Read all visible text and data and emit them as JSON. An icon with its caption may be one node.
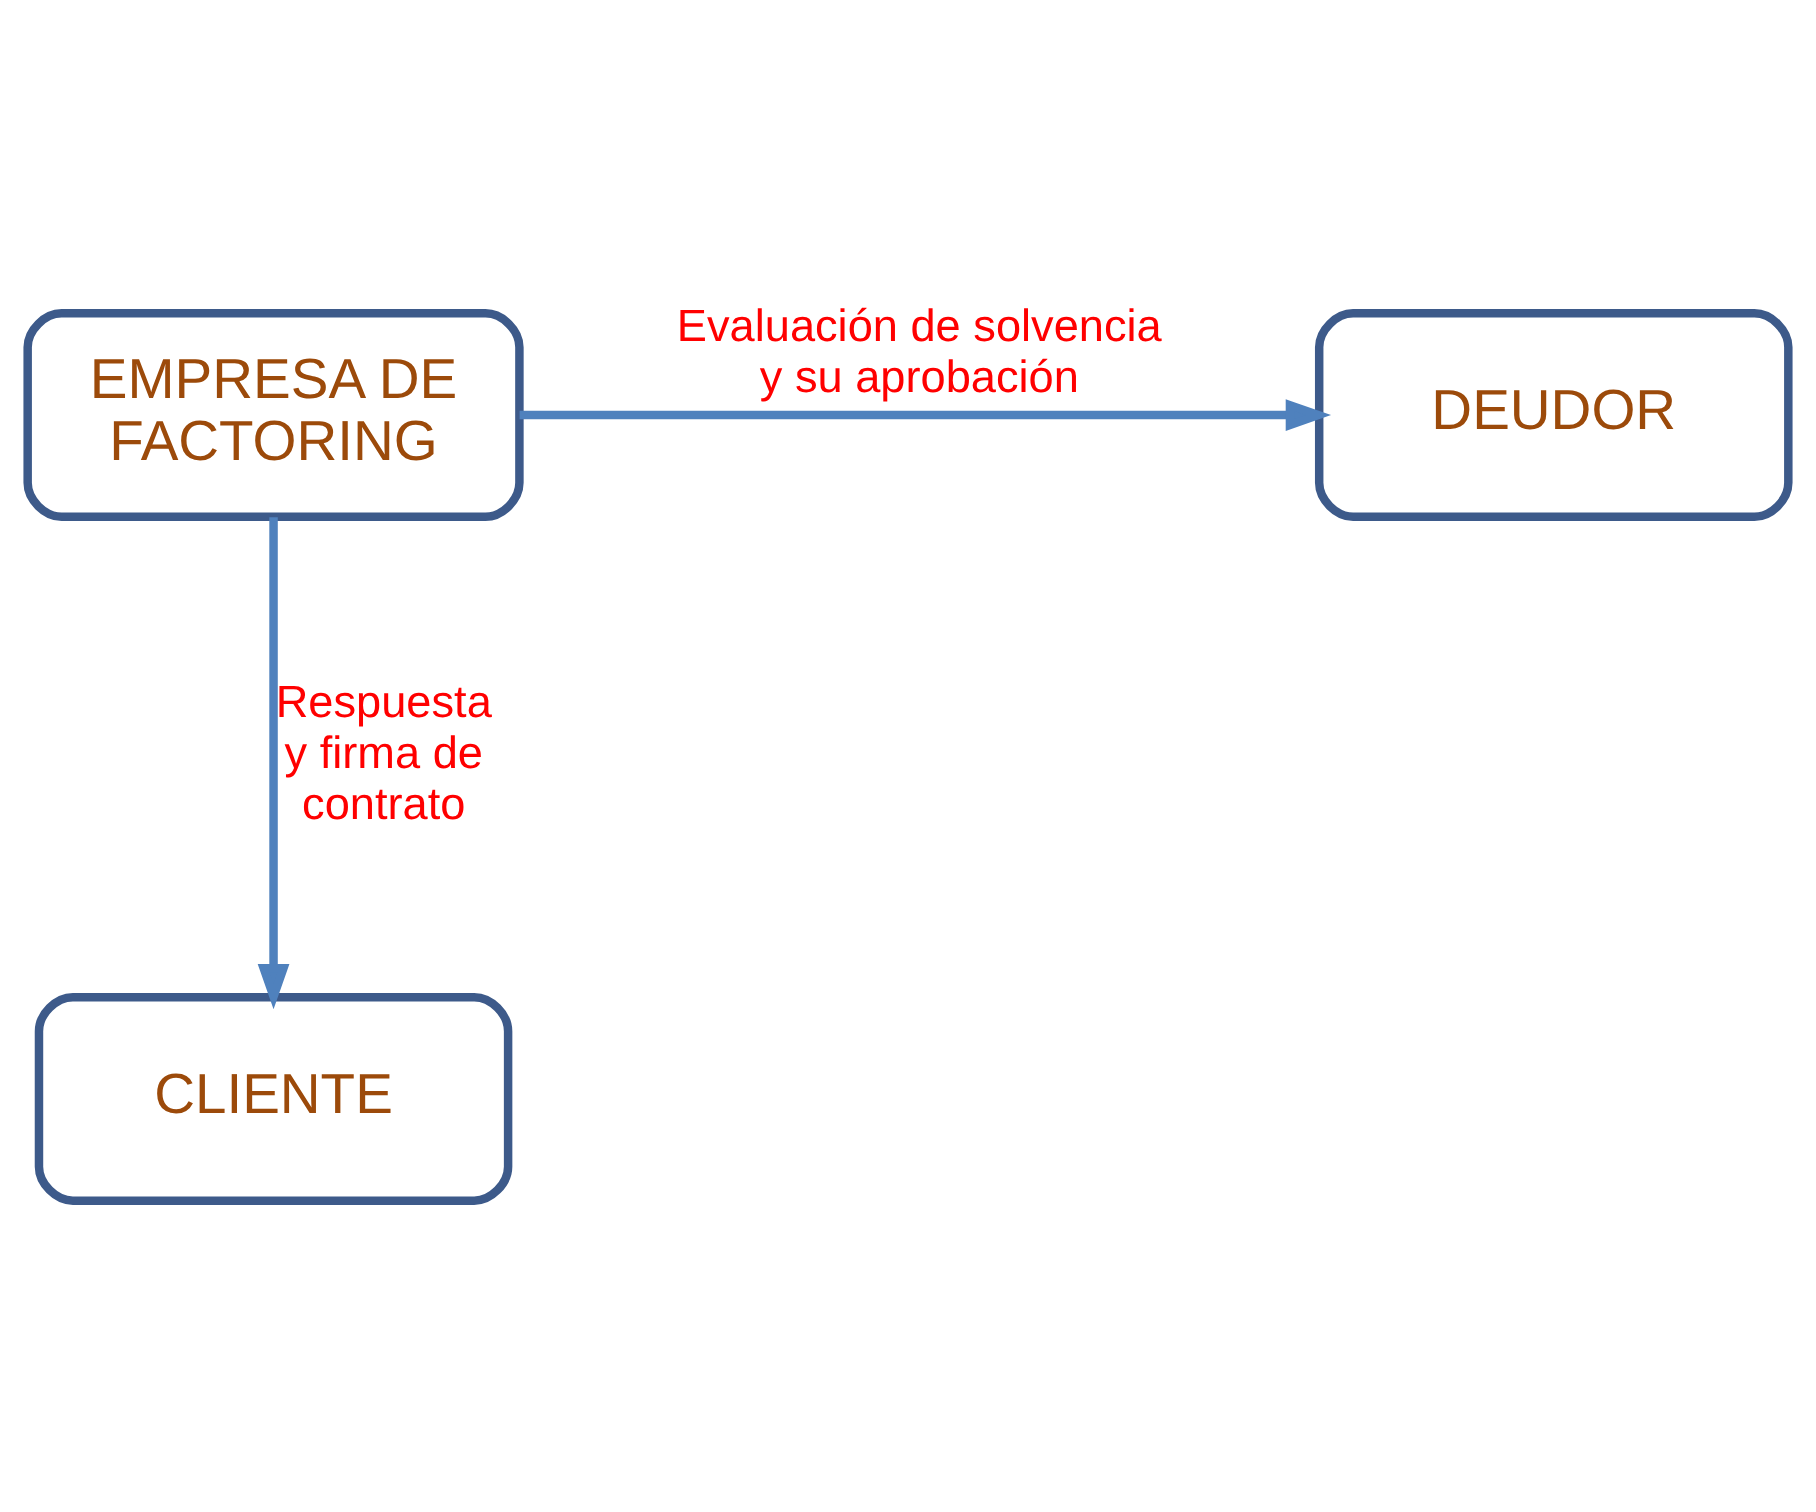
{
  "diagram": {
    "nodes": [
      {
        "text": [
          "EMPRESA DE FACTORING"
        ]
      },
      {
        "text": [
          "DEUDOR"
        ]
      },
      {
        "text": [
          "CLIENTE"
        ]
      }
    ],
    "edges": [
      {
        "from": 0,
        "to": 1,
        "arrow": "to",
        "label": "Evaluación de solvencia y su aprobación"
      },
      {
        "from": 0,
        "to": 2,
        "arrow": "to",
        "label": "Respuesta y firma de contrato"
      }
    ]
  }
}
